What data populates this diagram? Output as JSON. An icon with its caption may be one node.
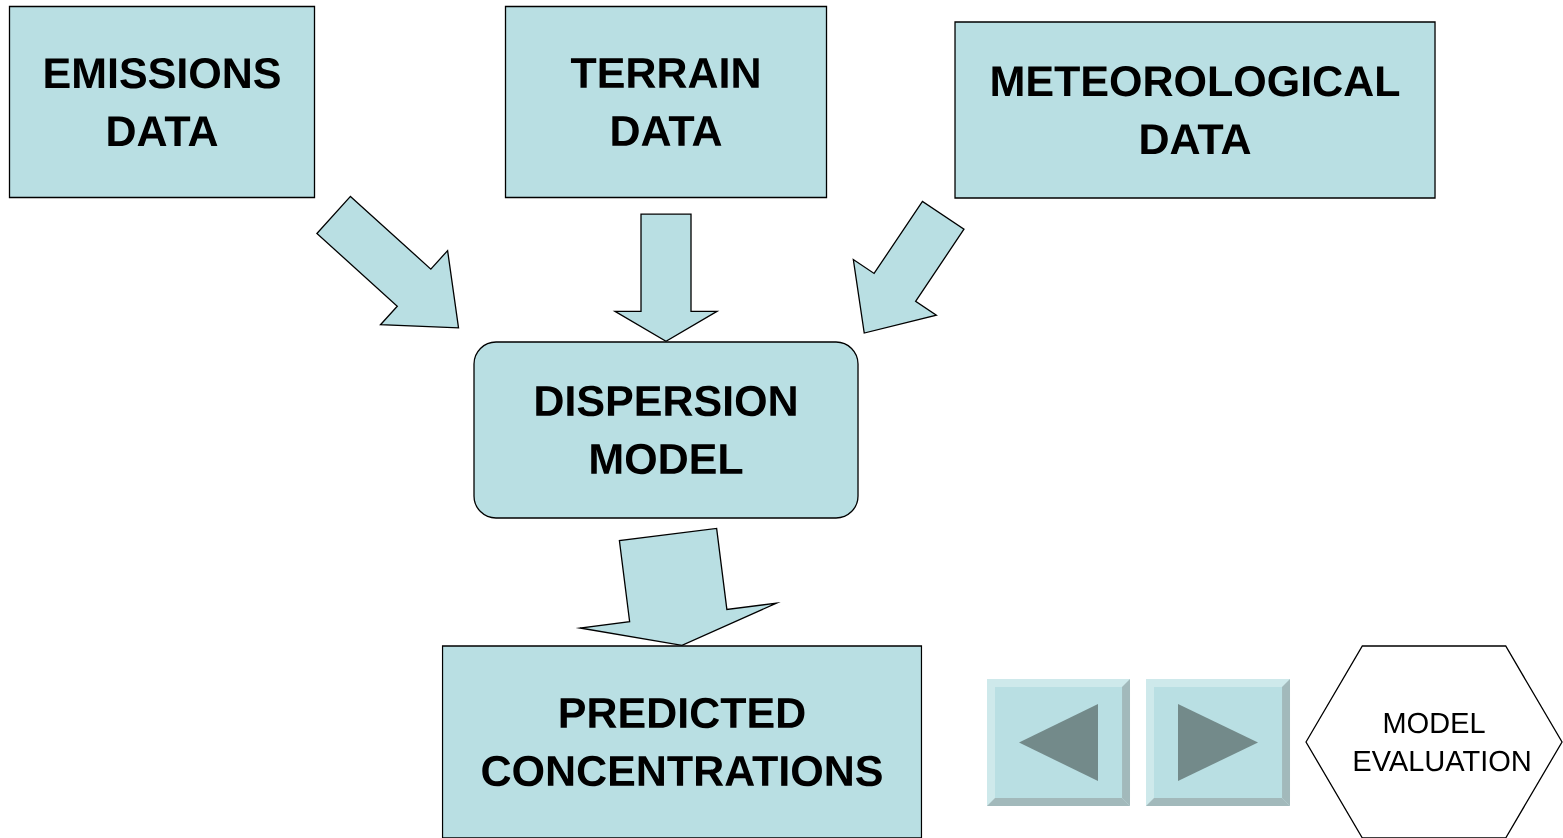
{
  "diagram": {
    "nodes": [
      {
        "text": [
          "EMISSIONS DATA"
        ]
      },
      {
        "text": [
          "TERRAIN DATA"
        ]
      },
      {
        "text": [
          "METEOROLOGICAL DATA"
        ]
      },
      {
        "text": [
          "DISPERSION MODEL"
        ]
      },
      {
        "text": [
          "PREDICTED CONCENTRATIONS"
        ]
      },
      {
        "text": [
          "MODEL EVALUATION"
        ]
      }
    ],
    "edges": [
      {
        "from": 0,
        "to": 3,
        "arrow": "to"
      },
      {
        "from": 1,
        "to": 3,
        "arrow": "to"
      },
      {
        "from": 2,
        "to": 3,
        "arrow": "to"
      },
      {
        "from": 3,
        "to": 4,
        "arrow": "to"
      }
    ]
  }
}
